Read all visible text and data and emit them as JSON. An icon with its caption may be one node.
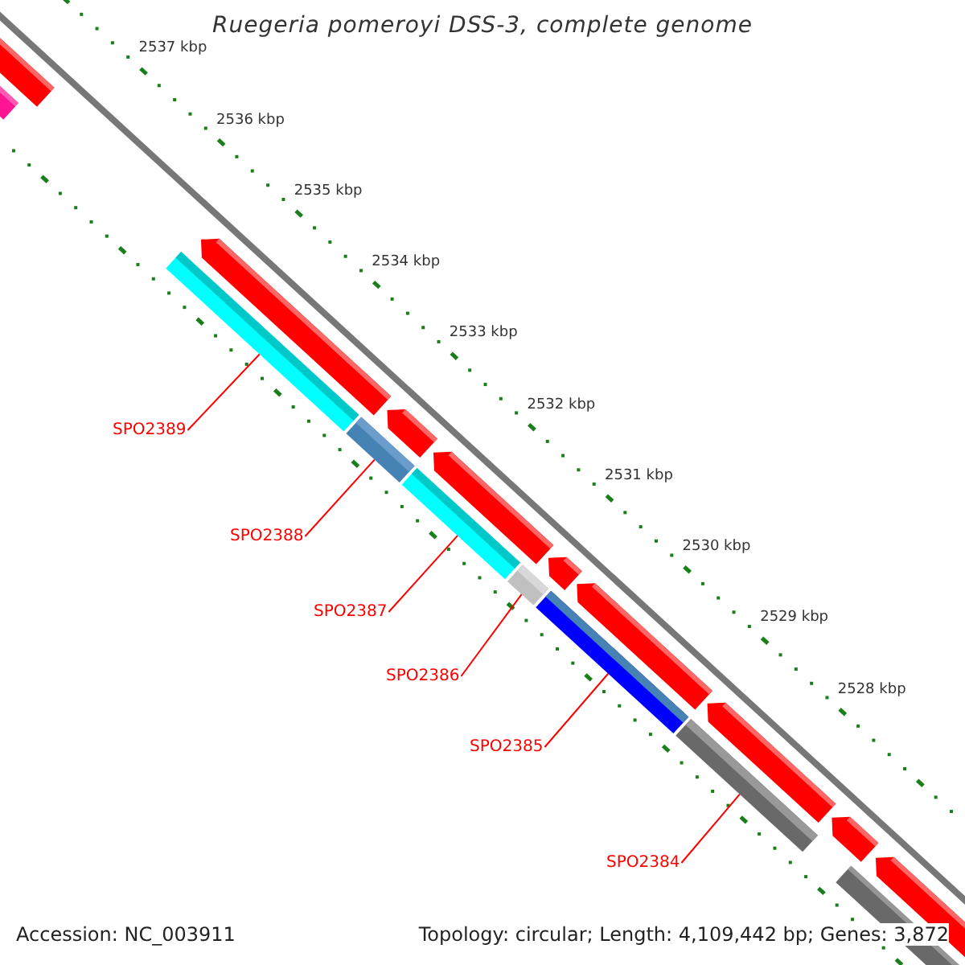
{
  "diagram": {
    "title": "Ruegeria pomeroyi DSS-3, complete genome",
    "nodes": [
      {
        "text": [
          "SPO2389"
        ]
      },
      {
        "text": [
          "SPO2388"
        ]
      },
      {
        "text": [
          "SPO2387"
        ]
      },
      {
        "text": [
          "SPO2386"
        ]
      },
      {
        "text": [
          "SPO2385"
        ]
      },
      {
        "text": [
          "SPO2384"
        ]
      },
      {
        "text": [],
        "shape": "bar"
      },
      {
        "text": [],
        "shape": "bar"
      },
      {
        "text": [],
        "shape": "bar"
      },
      {
        "text": [],
        "shape": "bar"
      },
      {
        "text": [],
        "shape": "bar"
      },
      {
        "text": [],
        "shape": "bar"
      }
    ],
    "edges": [
      {
        "from": 0,
        "to": 6,
        "arrow": "none"
      },
      {
        "from": 1,
        "to": 7,
        "arrow": "none"
      },
      {
        "from": 2,
        "to": 8,
        "arrow": "none"
      },
      {
        "from": 3,
        "to": 9,
        "arrow": "none"
      },
      {
        "from": 4,
        "to": 10,
        "arrow": "none"
      },
      {
        "from": 5,
        "to": 11,
        "arrow": "none"
      }
    ],
    "labels": [
      "2537 kbp",
      "2536 kbp",
      "2535 kbp",
      "2534 kbp",
      "2533 kbp",
      "2532 kbp",
      "2531 kbp",
      "2530 kbp",
      "2529 kbp",
      "2528 kbp",
      "Accession: NC_003911",
      "Topology: circular; Length: 4,109,442 bp; Genes: 3,872"
    ]
  }
}
